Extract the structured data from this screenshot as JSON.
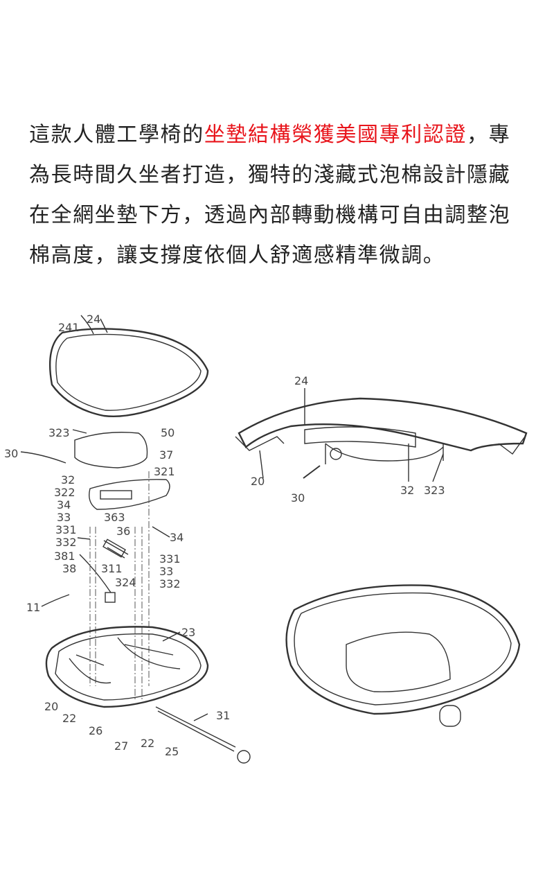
{
  "description": {
    "part1": "這款人體工學椅的",
    "highlight": "坐墊結構榮獲美國專利認證",
    "part2": "，專為長時間久坐者打造，獨特的淺藏式泡棉設計隱藏在全網坐墊下方，透過內部轉動機構可自由調整泡棉高度，讓支撐度依個人舒適感精準微調。",
    "highlight_color": "#e8141b"
  },
  "exploded_view": {
    "labels": [
      "241",
      "24",
      "323",
      "50",
      "30",
      "37",
      "321",
      "32",
      "322",
      "34",
      "33",
      "331",
      "332",
      "363",
      "36",
      "34",
      "381",
      "38",
      "311",
      "324",
      "331",
      "33",
      "332",
      "11",
      "23",
      "20",
      "22",
      "26",
      "27",
      "22",
      "25",
      "31"
    ]
  },
  "section_view": {
    "labels": [
      "24",
      "20",
      "30",
      "32",
      "323"
    ]
  }
}
